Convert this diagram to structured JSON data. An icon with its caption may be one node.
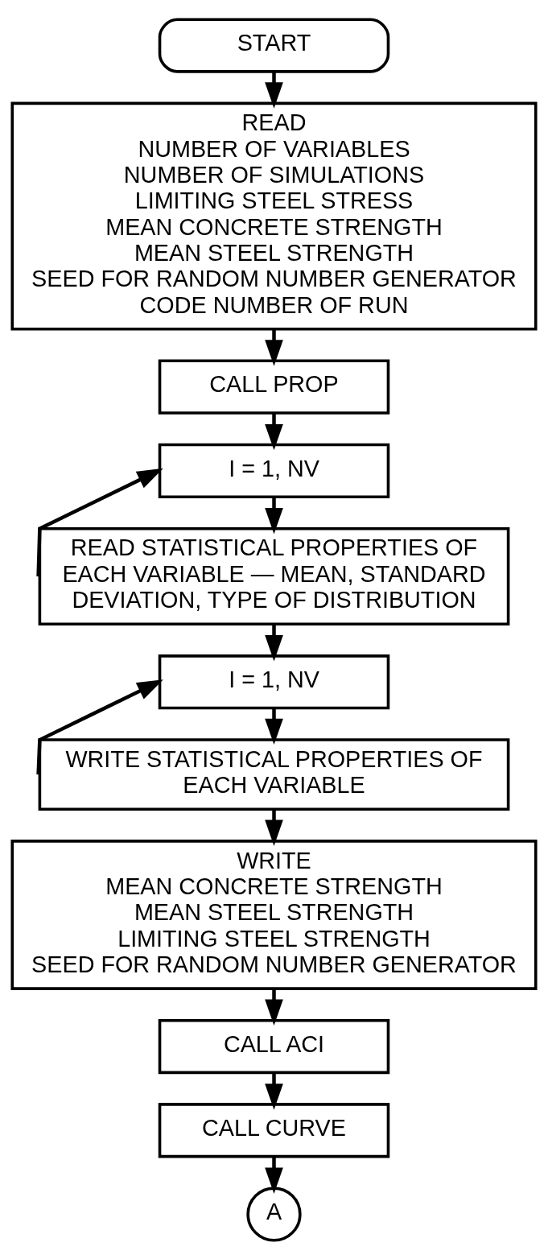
{
  "diagram": {
    "nodes": [
      {
        "text": [
          "START"
        ]
      },
      {
        "text": [
          "READ",
          "NUMBER OF VARIABLES",
          "NUMBER OF SIMULATIONS",
          "LIMITING STEEL STRESS",
          "MEAN CONCRETE STRENGTH",
          "MEAN STEEL STRENGTH",
          "SEED FOR RANDOM NUMBER GENERATOR",
          "CODE NUMBER OF RUN"
        ]
      },
      {
        "text": [
          "CALL PROP"
        ]
      },
      {
        "text": [
          "I = 1, NV"
        ]
      },
      {
        "text": [
          "READ STATISTICAL PROPERTIES OF EACH VARIABLE — MEAN, STANDARD DEVIATION, TYPE OF DISTRIBUTION"
        ]
      },
      {
        "text": [
          "I = 1, NV"
        ]
      },
      {
        "text": [
          "WRITE STATISTICAL PROPERTIES OF EACH VARIABLE"
        ]
      },
      {
        "text": [
          "WRITE",
          "MEAN CONCRETE STRENGTH",
          "MEAN STEEL STRENGTH",
          "LIMITING STEEL STRENGTH",
          "SEED FOR RANDOM NUMBER GENERATOR"
        ]
      },
      {
        "text": [
          "CALL ACI"
        ]
      },
      {
        "text": [
          "CALL CURVE"
        ]
      },
      {
        "text": [
          "A"
        ]
      }
    ],
    "edges": [
      {
        "from": 0,
        "to": 1,
        "arrow": "to"
      },
      {
        "from": 1,
        "to": 2,
        "arrow": "to"
      },
      {
        "from": 2,
        "to": 3,
        "arrow": "to"
      },
      {
        "from": 3,
        "to": 4,
        "arrow": "to"
      },
      {
        "from": 4,
        "to": 3,
        "arrow": "to"
      },
      {
        "from": 4,
        "to": 5,
        "arrow": "to"
      },
      {
        "from": 5,
        "to": 6,
        "arrow": "to"
      },
      {
        "from": 6,
        "to": 5,
        "arrow": "to"
      },
      {
        "from": 6,
        "to": 7,
        "arrow": "to"
      },
      {
        "from": 7,
        "to": 8,
        "arrow": "to"
      },
      {
        "from": 8,
        "to": 9,
        "arrow": "to"
      },
      {
        "from": 9,
        "to": 10,
        "arrow": "to"
      }
    ]
  }
}
